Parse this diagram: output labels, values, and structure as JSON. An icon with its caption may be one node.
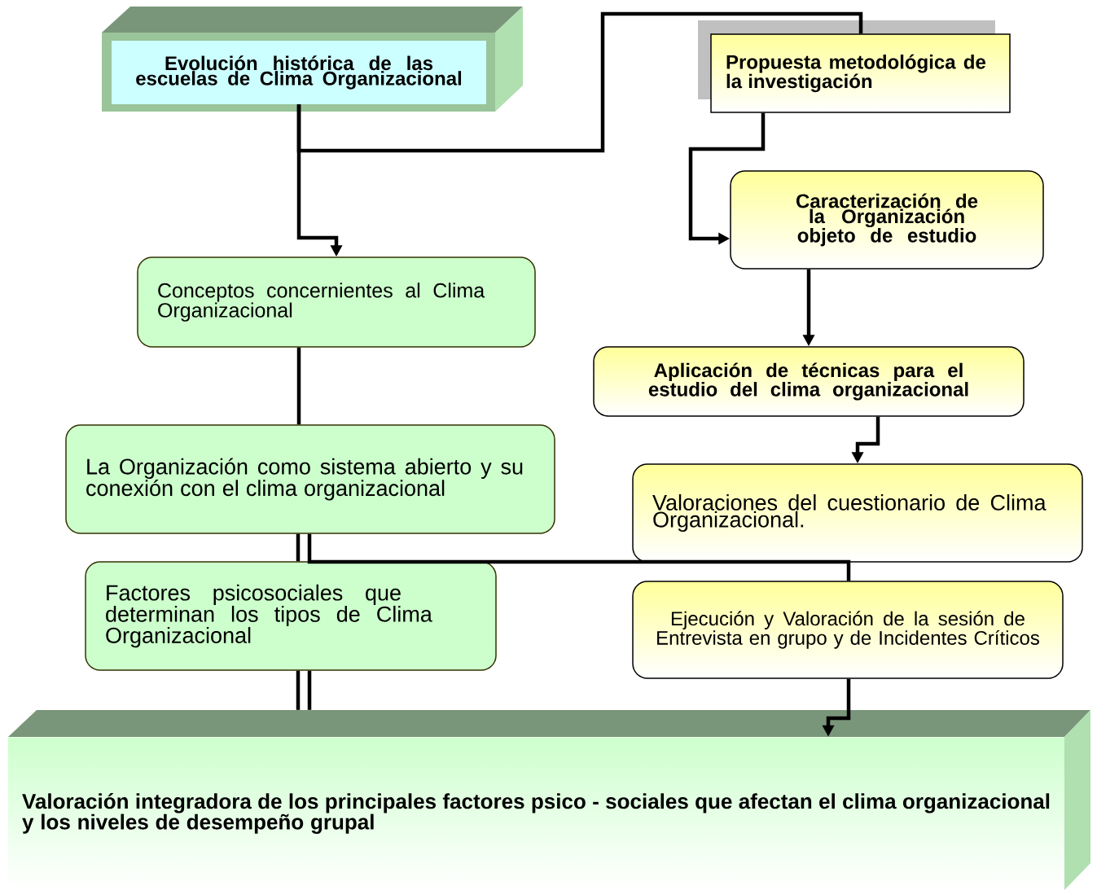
{
  "diagram": {
    "nodes": [
      {
        "text": [
          "Evolución histórica de las escuelas de Clima Organizacional"
        ]
      },
      {
        "text": [
          "Propuesta metodológica de la investigación"
        ]
      },
      {
        "text": [
          "Caracterización de la Organización objeto de estudio"
        ]
      },
      {
        "text": [
          "Conceptos concernientes al Clima Organizacional"
        ]
      },
      {
        "text": [
          "Aplicación de técnicas para el estudio del clima organizacional"
        ]
      },
      {
        "text": [
          "La Organización como sistema abierto y su conexión con el clima organizacional"
        ]
      },
      {
        "text": [
          "Valoraciones del cuestionario de Clima Organizacional."
        ]
      },
      {
        "text": [
          "Factores psicosociales que determinan los tipos de Clima Organizacional"
        ]
      },
      {
        "text": [
          "Ejecución y Valoración de la sesión de Entrevista en grupo y de Incidentes Críticos"
        ]
      },
      {
        "text": [
          "Valoración integradora de los principales factores psico - sociales que afectan el clima organizacional y los niveles de desempeño grupal"
        ]
      }
    ],
    "edges": [
      {
        "from": 0,
        "to": 3,
        "arrow": "to"
      },
      {
        "from": 0,
        "to": 1,
        "arrow": "none"
      },
      {
        "from": 1,
        "to": 2,
        "arrow": "to"
      },
      {
        "from": 3,
        "to": 5,
        "arrow": "none"
      },
      {
        "from": 2,
        "to": 4,
        "arrow": "to"
      },
      {
        "from": 4,
        "to": 6,
        "arrow": "to"
      },
      {
        "from": 5,
        "to": 7,
        "arrow": "none"
      },
      {
        "from": 5,
        "to": 8,
        "arrow": "none"
      },
      {
        "from": 7,
        "to": 9,
        "arrow": "none"
      },
      {
        "from": 7,
        "to": 9,
        "arrow": "none"
      },
      {
        "from": 8,
        "to": 9,
        "arrow": "to"
      }
    ]
  }
}
